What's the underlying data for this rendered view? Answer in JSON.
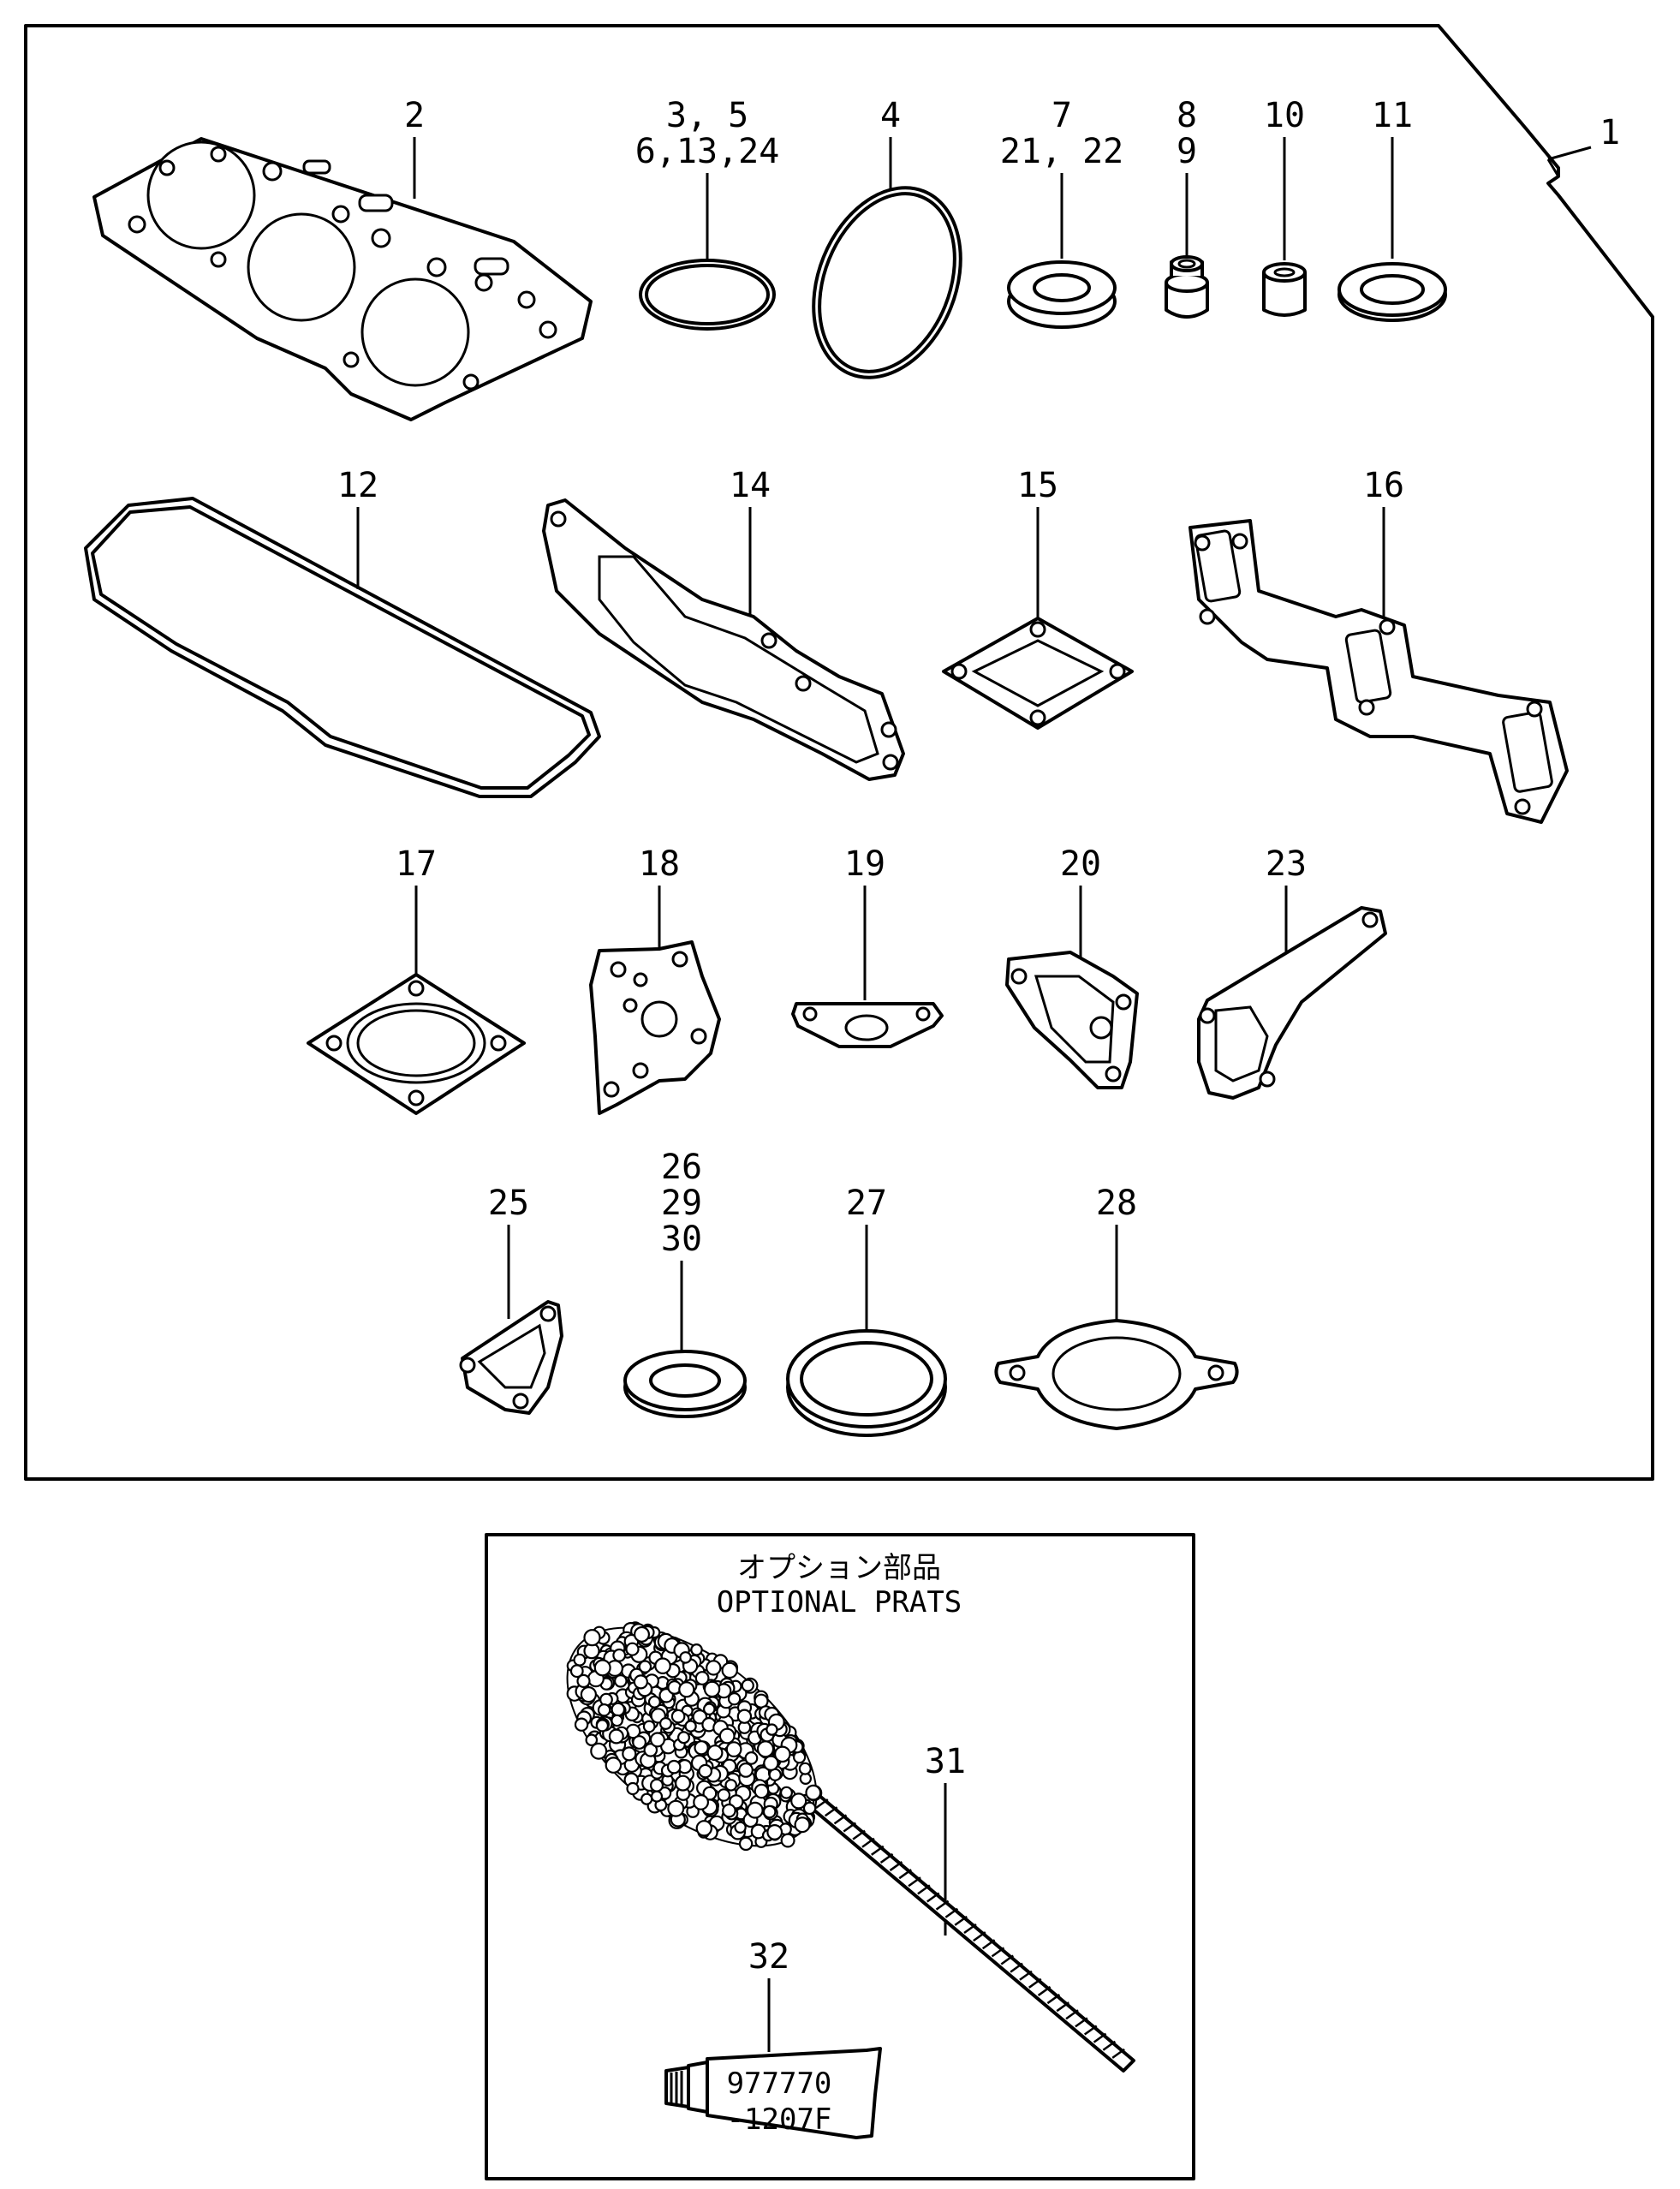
{
  "main_panel": {
    "callouts": [
      {
        "id": "c1",
        "lines": [
          "1"
        ]
      },
      {
        "id": "c2",
        "lines": [
          "2"
        ]
      },
      {
        "id": "c3",
        "lines": [
          "3, 5",
          "6,13,24"
        ]
      },
      {
        "id": "c4",
        "lines": [
          "4"
        ]
      },
      {
        "id": "c7",
        "lines": [
          "7",
          "21, 22"
        ]
      },
      {
        "id": "c8",
        "lines": [
          "8",
          "9"
        ]
      },
      {
        "id": "c10",
        "lines": [
          "10"
        ]
      },
      {
        "id": "c11",
        "lines": [
          "11"
        ]
      },
      {
        "id": "c12",
        "lines": [
          "12"
        ]
      },
      {
        "id": "c14",
        "lines": [
          "14"
        ]
      },
      {
        "id": "c15",
        "lines": [
          "15"
        ]
      },
      {
        "id": "c16",
        "lines": [
          "16"
        ]
      },
      {
        "id": "c17",
        "lines": [
          "17"
        ]
      },
      {
        "id": "c18",
        "lines": [
          "18"
        ]
      },
      {
        "id": "c19",
        "lines": [
          "19"
        ]
      },
      {
        "id": "c20",
        "lines": [
          "20"
        ]
      },
      {
        "id": "c23",
        "lines": [
          "23"
        ]
      },
      {
        "id": "c25",
        "lines": [
          "25"
        ]
      },
      {
        "id": "c26",
        "lines": [
          "26",
          "29",
          "30"
        ]
      },
      {
        "id": "c27",
        "lines": [
          "27"
        ]
      },
      {
        "id": "c28",
        "lines": [
          "28"
        ]
      }
    ]
  },
  "optional_panel": {
    "title_jp": "オプション部品",
    "title_en": "OPTIONAL PRATS",
    "callouts": [
      {
        "id": "c31",
        "lines": [
          "31"
        ]
      },
      {
        "id": "c32",
        "lines": [
          "32"
        ]
      }
    ],
    "tube_label": [
      "977770",
      "-1207F"
    ]
  }
}
